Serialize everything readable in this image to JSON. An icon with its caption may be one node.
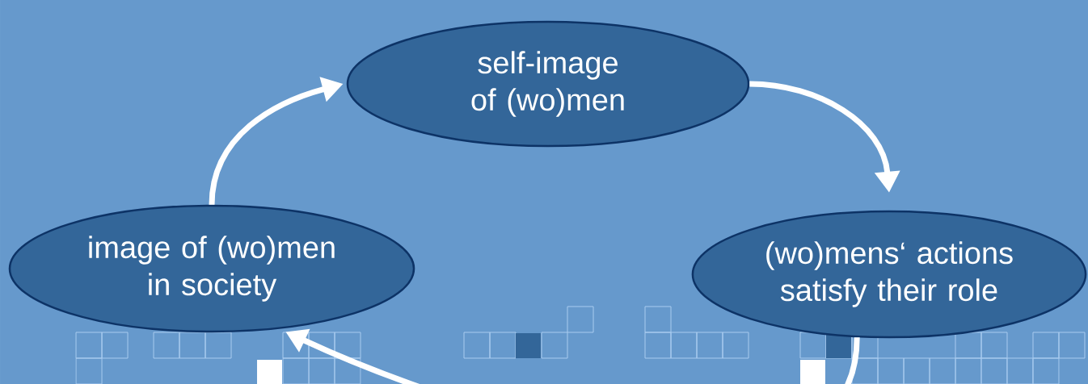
{
  "diagram": {
    "nodes": [
      {
        "text": [
          "self-image of (wo)men"
        ]
      },
      {
        "text": [
          "image of (wo)men in society"
        ]
      },
      {
        "text": [
          "(wo)mens‘ actions satisfy their role"
        ]
      }
    ],
    "edges": [
      {
        "from": 1,
        "to": 0,
        "arrow": "to"
      },
      {
        "from": 0,
        "to": 2,
        "arrow": "to"
      },
      {
        "from": 2,
        "to": 1,
        "arrow": "to"
      }
    ]
  }
}
